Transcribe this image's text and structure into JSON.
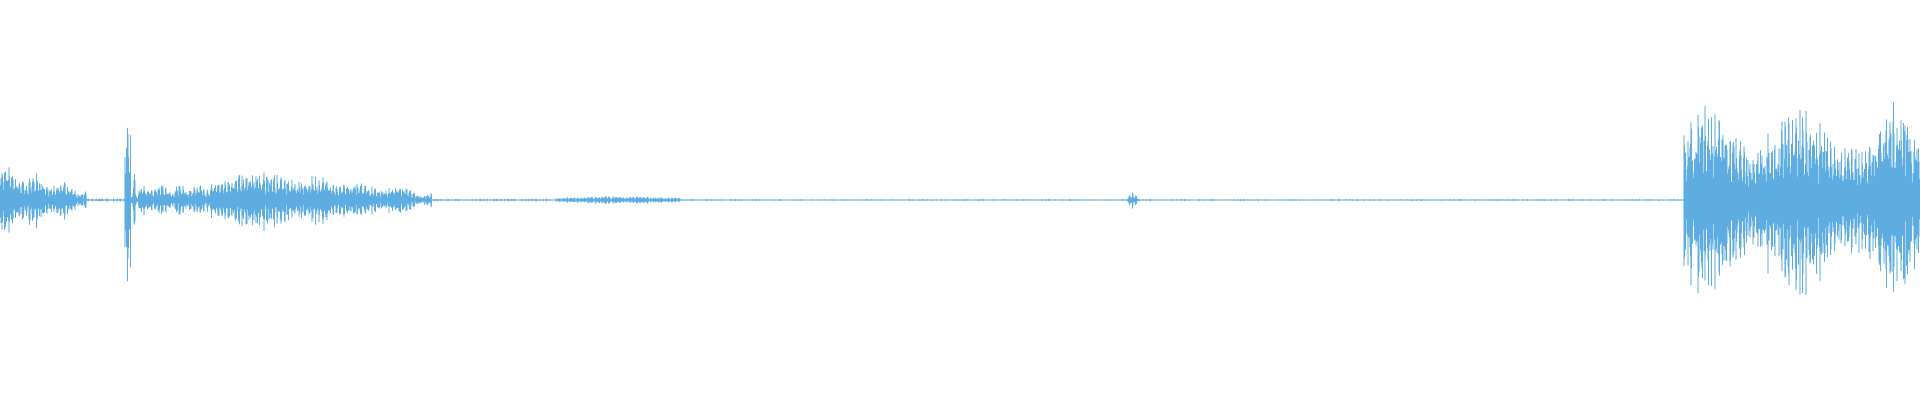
{
  "waveform": {
    "color": "#5dade2",
    "background": "#ffffff",
    "duration_fraction_total": 1.0,
    "segments": [
      {
        "start": 0.0,
        "end": 0.045,
        "amplitude": 0.16,
        "shape": "decay"
      },
      {
        "start": 0.045,
        "end": 0.065,
        "amplitude": 0.01,
        "shape": "flat"
      },
      {
        "start": 0.068,
        "end": 0.072,
        "amplitude": 0.14,
        "shape": "spike"
      },
      {
        "start": 0.072,
        "end": 0.11,
        "amplitude": 0.09,
        "shape": "steady"
      },
      {
        "start": 0.11,
        "end": 0.16,
        "amplitude": 0.15,
        "shape": "swell"
      },
      {
        "start": 0.16,
        "end": 0.225,
        "amplitude": 0.12,
        "shape": "decay"
      },
      {
        "start": 0.225,
        "end": 0.29,
        "amplitude": 0.008,
        "shape": "flat"
      },
      {
        "start": 0.29,
        "end": 0.355,
        "amplitude": 0.02,
        "shape": "swell"
      },
      {
        "start": 0.355,
        "end": 0.585,
        "amplitude": 0.006,
        "shape": "flat"
      },
      {
        "start": 0.585,
        "end": 0.595,
        "amplitude": 0.04,
        "shape": "spike"
      },
      {
        "start": 0.595,
        "end": 0.877,
        "amplitude": 0.006,
        "shape": "flat"
      },
      {
        "start": 0.877,
        "end": 1.0,
        "amplitude": 0.52,
        "shape": "loud"
      }
    ]
  }
}
